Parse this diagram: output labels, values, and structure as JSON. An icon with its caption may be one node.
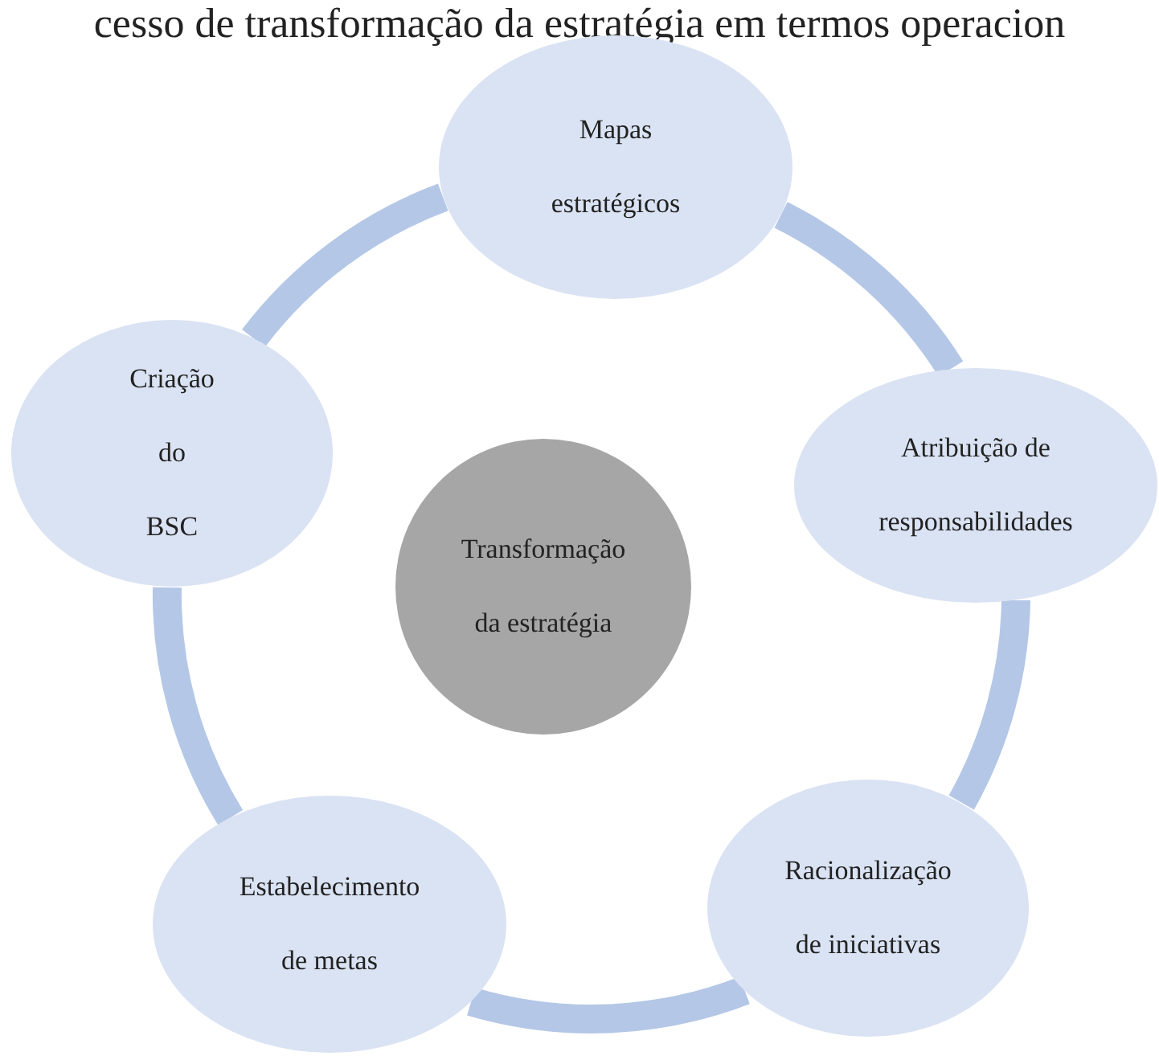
{
  "diagram": {
    "title": "cesso de transformação da estratégia em termos operacion",
    "nodes": [
      {
        "text": [
          "Mapas estratégicos"
        ]
      },
      {
        "text": [
          "Criação do BSC"
        ]
      },
      {
        "text": [
          "Atribuição de responsabilidades"
        ]
      },
      {
        "text": [
          "Transformação da estratégia"
        ]
      },
      {
        "text": [
          "Estabelecimento de metas"
        ]
      },
      {
        "text": [
          "Racionalização de iniciativas"
        ]
      }
    ],
    "edges": [
      {
        "from": 0,
        "to": 2,
        "arrow": "none"
      },
      {
        "from": 2,
        "to": 5,
        "arrow": "none"
      },
      {
        "from": 5,
        "to": 4,
        "arrow": "none"
      },
      {
        "from": 4,
        "to": 1,
        "arrow": "none"
      },
      {
        "from": 1,
        "to": 0,
        "arrow": "none"
      }
    ]
  }
}
